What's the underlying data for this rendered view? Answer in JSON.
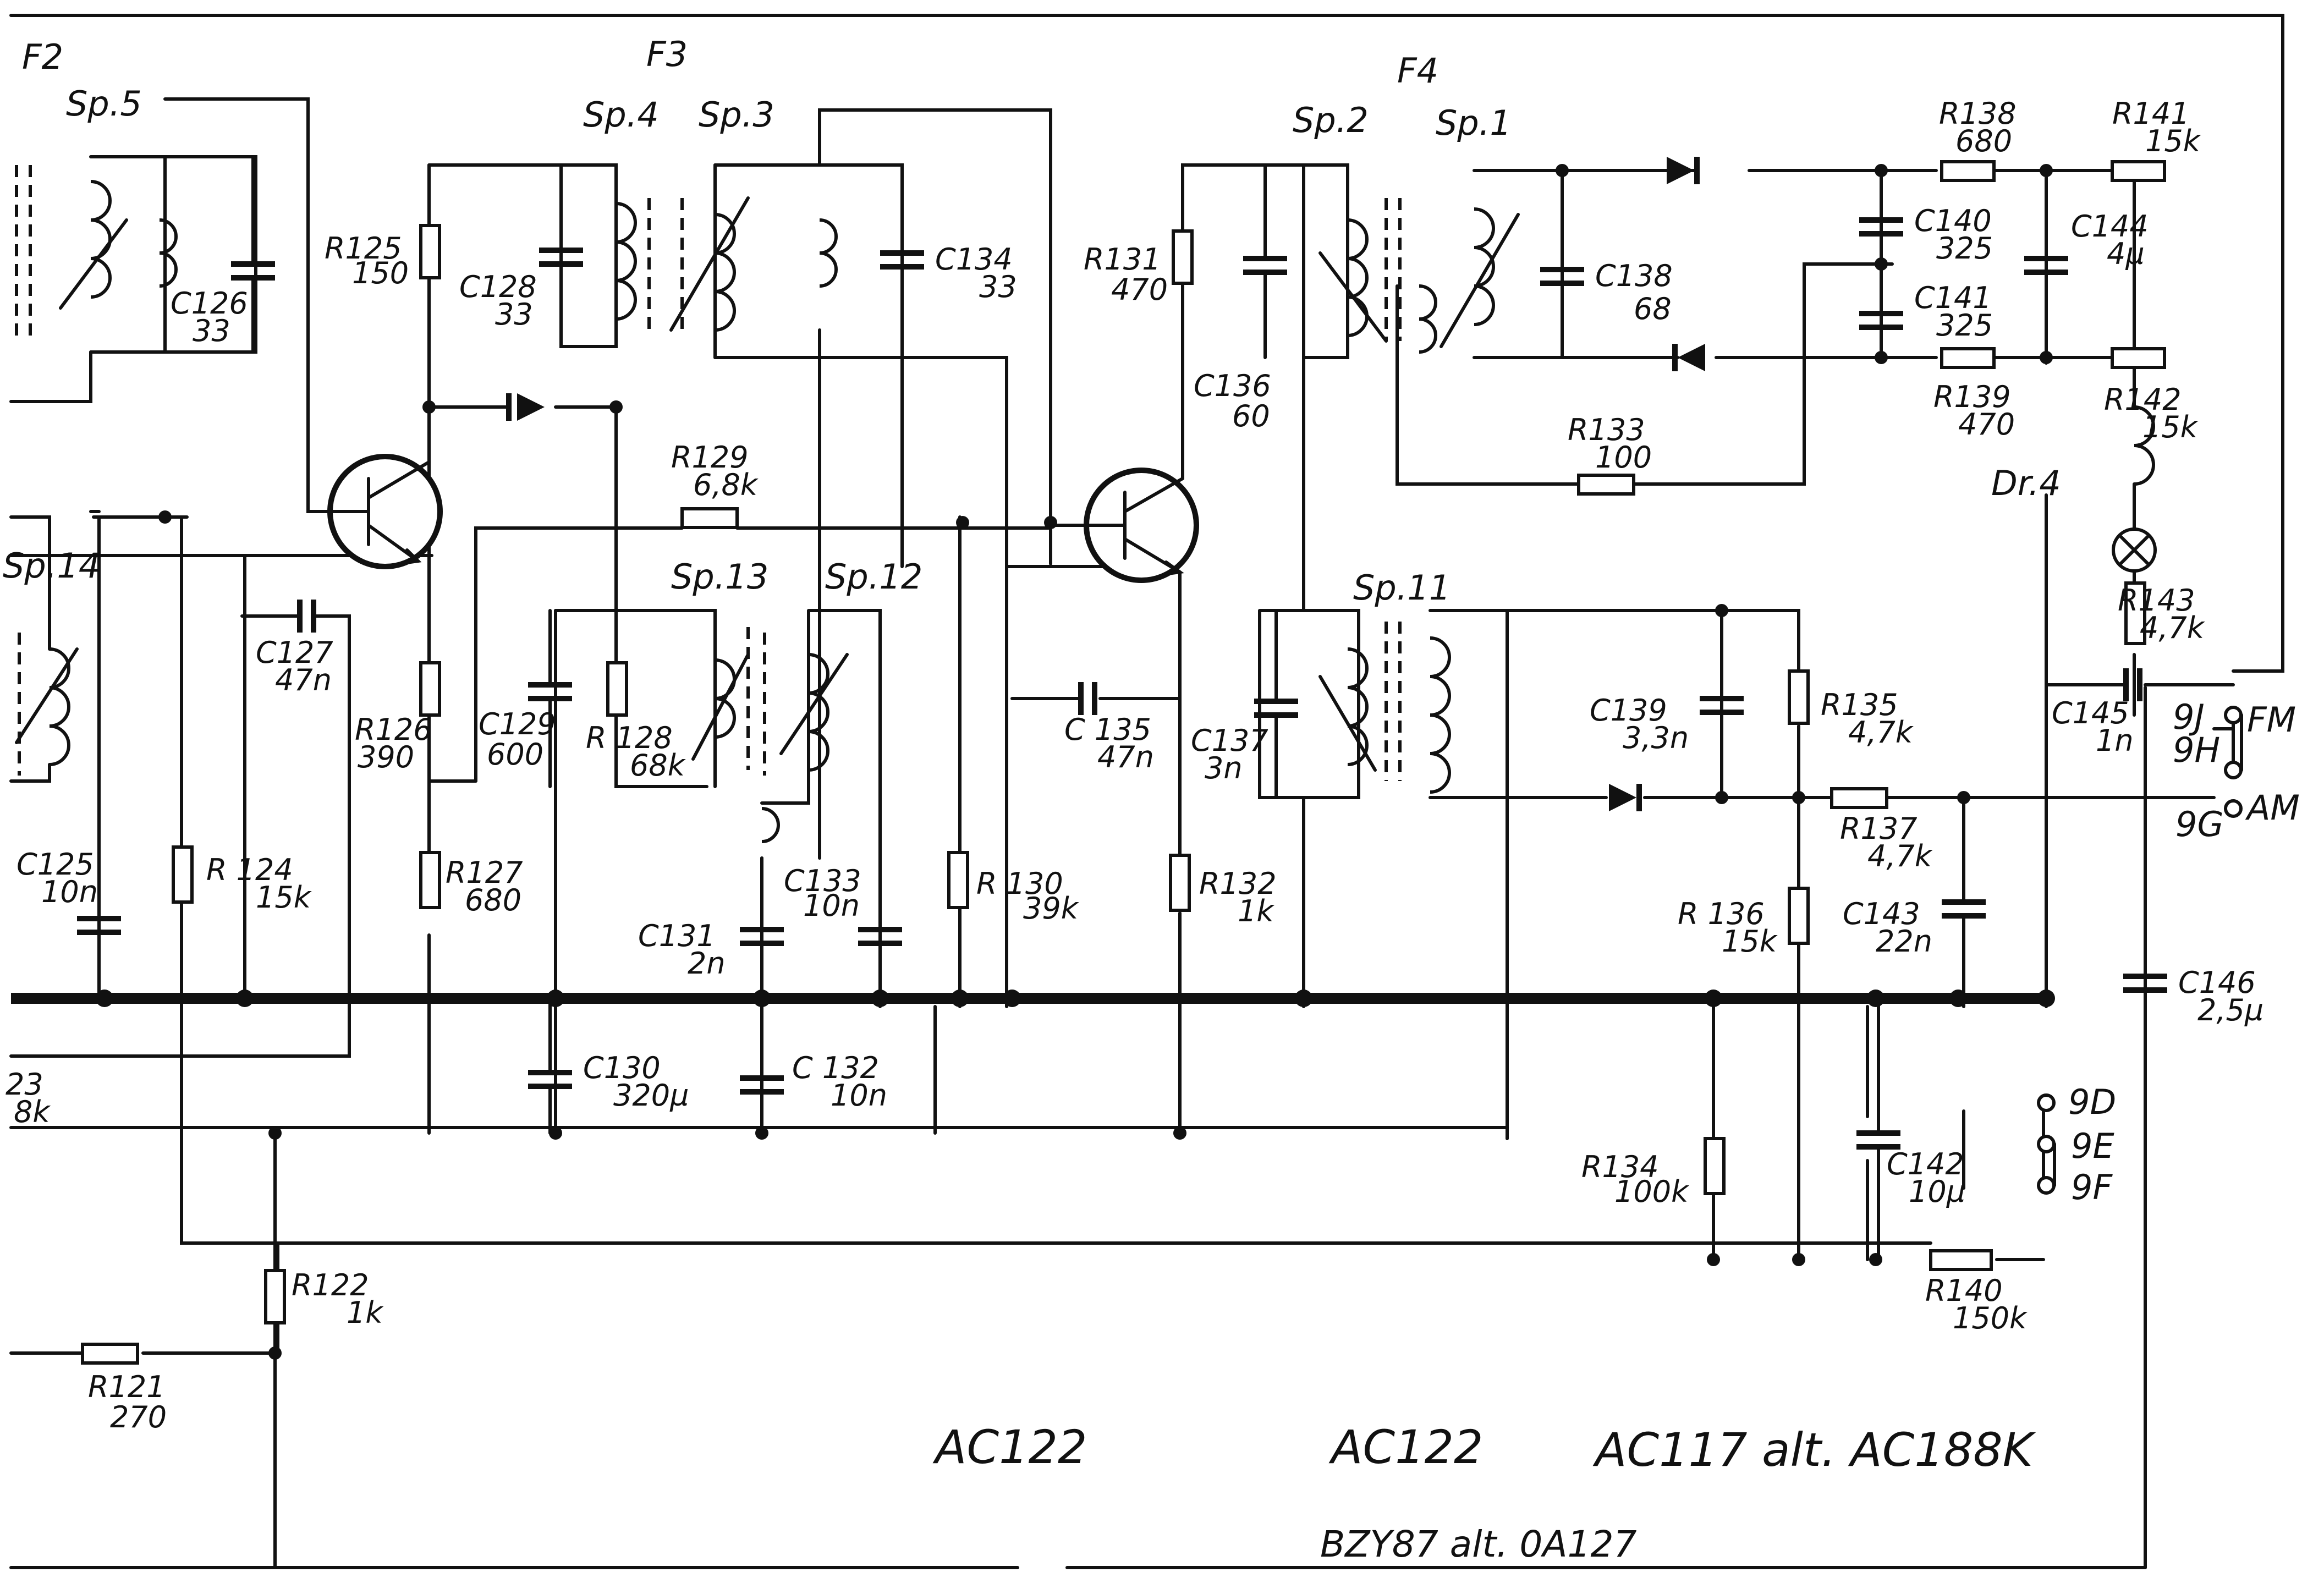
{
  "sections": [
    "F2",
    "F3",
    "F4"
  ],
  "coils": {
    "sp5": "Sp.5",
    "sp4": "Sp.4",
    "sp3": "Sp.3",
    "sp2": "Sp.2",
    "sp1": "Sp.1",
    "sp14": "Sp.14",
    "sp13": "Sp.13",
    "sp12": "Sp.12",
    "sp11": "Sp.11",
    "dr4": "Dr.4"
  },
  "components": {
    "r125": {
      "ref": "R125",
      "val": "150"
    },
    "c126": {
      "ref": "C126",
      "val": "33"
    },
    "c128": {
      "ref": "C128",
      "val": "33"
    },
    "c134": {
      "ref": "C134",
      "val": "33"
    },
    "r131": {
      "ref": "R131",
      "val": "470"
    },
    "c136": {
      "ref": "C136",
      "val": "60"
    },
    "c138": {
      "ref": "C138",
      "val": "68"
    },
    "r138": {
      "ref": "R138",
      "val": "680"
    },
    "r141": {
      "ref": "R141",
      "val": "15k"
    },
    "c140": {
      "ref": "C140",
      "val": "325"
    },
    "c141": {
      "ref": "C141",
      "val": "325"
    },
    "c144": {
      "ref": "C144",
      "val": "4µ"
    },
    "r139": {
      "ref": "R139",
      "val": "470"
    },
    "r142": {
      "ref": "R142",
      "val": "15k"
    },
    "r129": {
      "ref": "R129",
      "val": "6,8k"
    },
    "r133": {
      "ref": "R133",
      "val": "100"
    },
    "r143": {
      "ref": "R143",
      "val": "4,7k"
    },
    "c127": {
      "ref": "C127",
      "val": "47n"
    },
    "r126": {
      "ref": "R126",
      "val": "390"
    },
    "c129": {
      "ref": "C129",
      "val": "600"
    },
    "r128": {
      "ref": "R 128",
      "val": "68k"
    },
    "c135": {
      "ref": "C 135",
      "val": "47n"
    },
    "c137": {
      "ref": "C137",
      "val": "3n"
    },
    "c139": {
      "ref": "C139",
      "val": "3,3n"
    },
    "r135": {
      "ref": "R135",
      "val": "4,7k"
    },
    "c145": {
      "ref": "C145",
      "val": "1n"
    },
    "r137": {
      "ref": "R137",
      "val": "4,7k"
    },
    "c125": {
      "ref": "C125",
      "val": "10n"
    },
    "r124": {
      "ref": "R 124",
      "val": "15k"
    },
    "r127": {
      "ref": "R127",
      "val": "680"
    },
    "c133": {
      "ref": "C133",
      "val": "10n"
    },
    "c131": {
      "ref": "C131",
      "val": "2n"
    },
    "r130": {
      "ref": "R 130",
      "val": "39k"
    },
    "r132": {
      "ref": "R132",
      "val": "1k"
    },
    "r136": {
      "ref": "R 136",
      "val": "15k"
    },
    "c143": {
      "ref": "C143",
      "val": "22n"
    },
    "c146": {
      "ref": "C146",
      "val": "2,5µ"
    },
    "r123": {
      "ref": "23",
      "val": "8k"
    },
    "c130": {
      "ref": "C130",
      "val": "320µ"
    },
    "c132": {
      "ref": "C 132",
      "val": "10n"
    },
    "r134": {
      "ref": "R134",
      "val": "100k"
    },
    "c142": {
      "ref": "C142",
      "val": "10µ"
    },
    "r140": {
      "ref": "R140",
      "val": "150k"
    },
    "r122": {
      "ref": "R122",
      "val": "1k"
    },
    "r121": {
      "ref": "R121",
      "val": "270"
    }
  },
  "terminals": {
    "t9j": "9J",
    "t9h": "9H",
    "t9g": "9G",
    "t9d": "9D",
    "t9e": "9E",
    "t9f": "9F",
    "fm": "FM",
    "am": "AM"
  },
  "semiconductors": {
    "t1": "AC122",
    "t2": "AC122",
    "t3": "AC117 alt. AC188K",
    "diodes": "BZY87 alt. 0A127"
  }
}
